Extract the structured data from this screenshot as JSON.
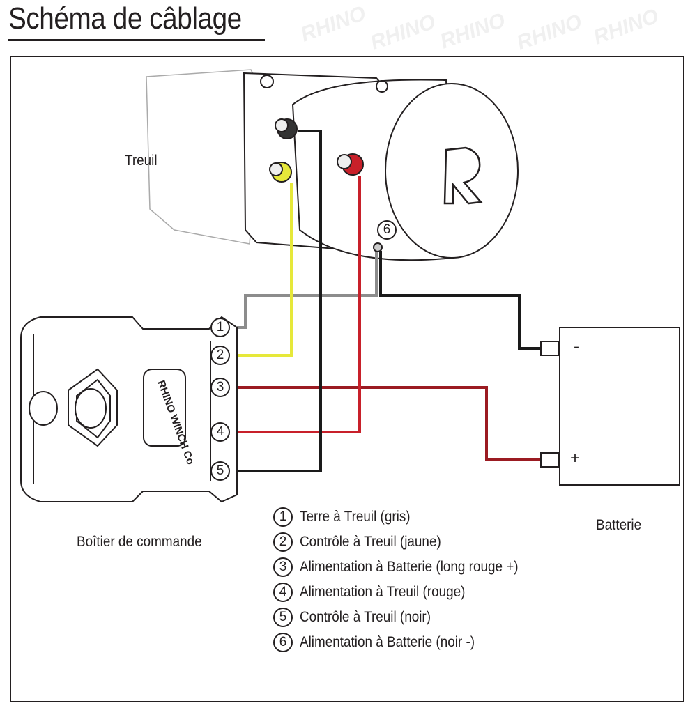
{
  "title": "Schéma de câblage",
  "labels": {
    "winch": "Treuil",
    "control_box": "Boîtier de commande",
    "battery": "Batterie",
    "battery_negative": "-",
    "battery_positive": "+",
    "brand_logo_text": "RHINO WINCH Co",
    "watermark": "RHINO"
  },
  "terminals": [
    "1",
    "2",
    "3",
    "4",
    "5",
    "6"
  ],
  "legend": [
    {
      "num": "1",
      "text": "Terre à Treuil (gris)"
    },
    {
      "num": "2",
      "text": "Contrôle à Treuil (jaune)"
    },
    {
      "num": "3",
      "text": "Alimentation à Batterie (long rouge +)"
    },
    {
      "num": "4",
      "text": "Alimentation à Treuil (rouge)"
    },
    {
      "num": "5",
      "text": "Contrôle à Treuil (noir)"
    },
    {
      "num": "6",
      "text": "Alimentation à Batterie (noir -)"
    }
  ],
  "wire_colors": {
    "ground_gray": "#8c8c8c",
    "control_yellow": "#e6e83a",
    "power_red": "#c8202a",
    "dark_red": "#9b1b22",
    "black": "#1a1a1a"
  }
}
